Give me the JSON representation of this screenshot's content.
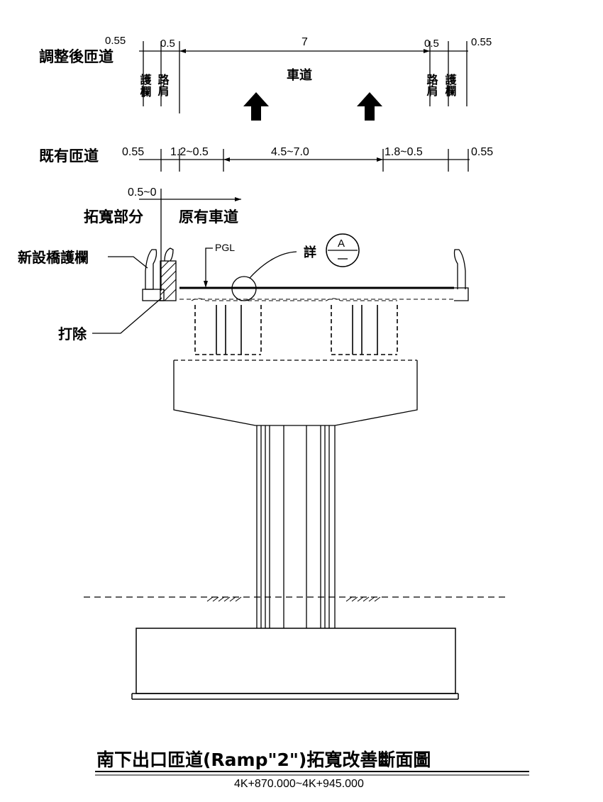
{
  "top_dims": {
    "label": "調整後匝道",
    "dims": [
      "0.55",
      "0.5",
      "7",
      "0.5",
      "0.55"
    ],
    "left_texts": [
      "護欄",
      "路肩"
    ],
    "carriageway": "車道",
    "right_texts": [
      "路肩",
      "護欄"
    ]
  },
  "existing_dims": {
    "label": "既有匝道",
    "dims": [
      "0.55",
      "1.2~0.5",
      "4.5~7.0",
      "1.8~0.5",
      "0.55"
    ]
  },
  "widening": {
    "dim": "0.5~0",
    "widened_label": "拓寬部分",
    "original_label": "原有車道"
  },
  "callouts": {
    "new_barrier": "新設橋護欄",
    "pgl": "PGL",
    "detail": "詳",
    "detail_ref": "A",
    "demolish": "打除"
  },
  "title": {
    "main": "南下出口匝道(Ramp\"2\")拓寬改善斷面圖",
    "station": "4K+870.000~4K+945.000"
  }
}
